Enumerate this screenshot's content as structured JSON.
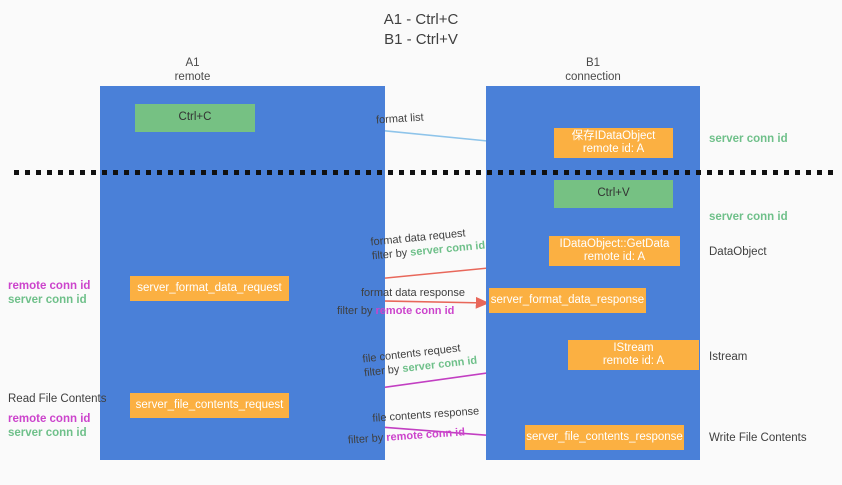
{
  "title": {
    "line1": "A1 - Ctrl+C",
    "line2": "B1 - Ctrl+V"
  },
  "columns": [
    {
      "id": "a1",
      "name": "A1",
      "role": "remote"
    },
    {
      "id": "b1",
      "name": "B1",
      "role": "connection"
    }
  ],
  "nodes": {
    "ctrl_c": {
      "line1": "Ctrl+C",
      "line2": ""
    },
    "save_idataobject": {
      "line1": "保存IDataObject",
      "line2": "remote id: A"
    },
    "ctrl_v": {
      "line1": "Ctrl+V",
      "line2": ""
    },
    "idataobject_getdata": {
      "line1": "IDataObject::GetData",
      "line2": "remote id: A"
    },
    "format_data_request": {
      "line1": "server_format_data_request",
      "line2": ""
    },
    "format_data_response": {
      "line1": "server_format_data_response",
      "line2": ""
    },
    "istream": {
      "line1": "IStream",
      "line2": "remote id: A"
    },
    "file_contents_request": {
      "line1": "server_file_contents_request",
      "line2": ""
    },
    "file_contents_response": {
      "line1": "server_file_contents_response",
      "line2": ""
    }
  },
  "edge_labels": {
    "format_list": "format list",
    "format_data_request": "format data request",
    "format_data_request_filter_prefix": "filter by ",
    "format_data_request_filter_key": "server conn id",
    "format_data_response": "format data response",
    "format_data_response_filter_prefix": "filter by ",
    "format_data_response_filter_key": "remote conn id",
    "file_contents_request": "file contents request",
    "file_contents_request_filter_prefix": "filter by ",
    "file_contents_request_filter_key": "server conn id",
    "file_contents_response": "file contents response",
    "file_contents_response_filter_prefix": "filter by ",
    "file_contents_response_filter_key": "remote conn id"
  },
  "annotations": {
    "right_server_conn_id_1": "server conn id",
    "right_server_conn_id_2": "server conn id",
    "right_dataobject": "DataObject",
    "right_istream": "Istream",
    "right_write_file_contents": "Write File Contents",
    "left_remote_conn_id_1": "remote conn id",
    "left_server_conn_id_1": "server conn id",
    "left_read_file_contents": "Read File Contents",
    "left_remote_conn_id_2": "remote conn id",
    "left_server_conn_id_2": "server conn id"
  },
  "colors": {
    "column_blue": "#4a80d8",
    "node_orange": "#fbb042",
    "node_green": "#76c183",
    "server_conn_id": "#6fc08a",
    "remote_conn_id": "#cc44cc",
    "arrow_light_blue": "#8ec4ea",
    "arrow_red": "#e8675a",
    "arrow_magenta": "#c23fc2",
    "arrow_black": "#111111",
    "background": "#fafafa"
  }
}
